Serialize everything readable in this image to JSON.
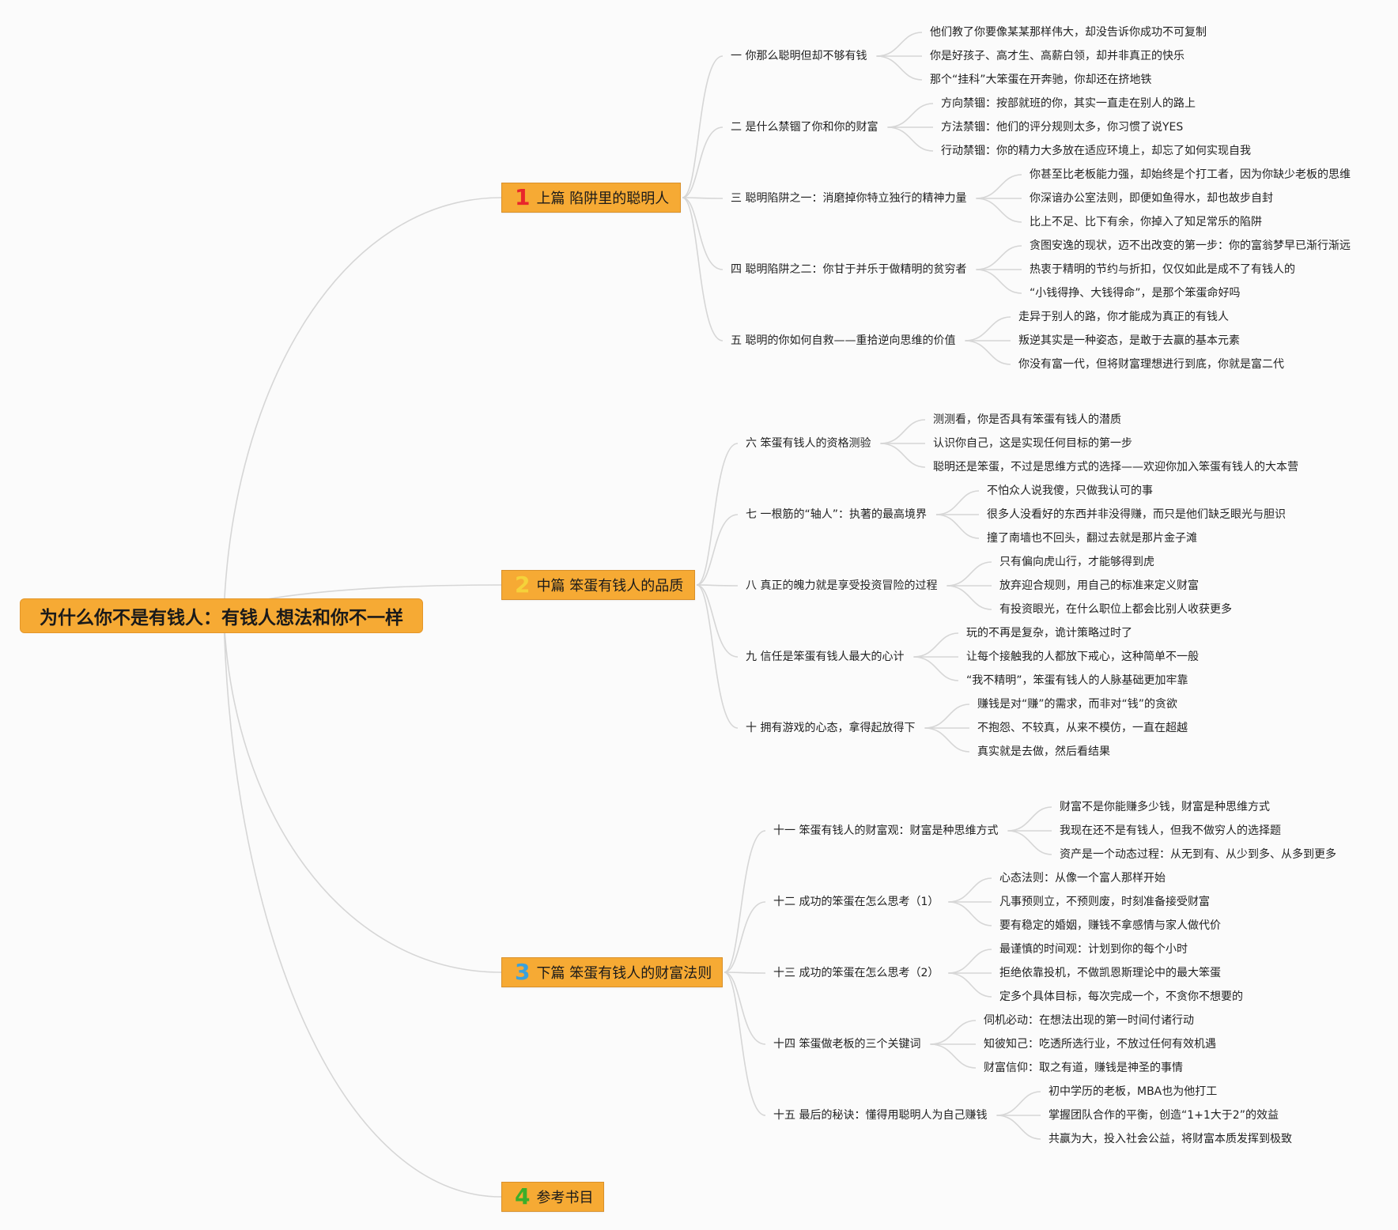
{
  "root": {
    "title": "为什么你不是有钱人：有钱人想法和你不一样"
  },
  "colors": {
    "branch_fill": "#f6aa34",
    "line": "#d6d6d6",
    "num1": "#e8262b",
    "num2": "#f5d23a",
    "num3": "#3aa1dc",
    "num4": "#3cae2a"
  },
  "branches": [
    {
      "number": "1",
      "title": "上篇 陷阱里的聪明人",
      "topics": [
        {
          "label": "一 你那么聪明但却不够有钱",
          "items": [
            "他们教了你要像某某那样伟大，却没告诉你成功不可复制",
            "你是好孩子、高才生、高薪白领，却并非真正的快乐",
            "那个“挂科”大笨蛋在开奔驰，你却还在挤地铁"
          ]
        },
        {
          "label": "二 是什么禁锢了你和你的财富",
          "items": [
            "方向禁锢：按部就班的你，其实一直走在别人的路上",
            "方法禁锢：他们的评分规则太多，你习惯了说YES",
            "行动禁锢：你的精力大多放在适应环境上，却忘了如何实现自我"
          ]
        },
        {
          "label": "三 聪明陷阱之一：消磨掉你特立独行的精神力量",
          "items": [
            "你甚至比老板能力强，却始终是个打工者，因为你缺少老板的思维",
            "你深谙办公室法则，即便如鱼得水，却也故步自封",
            "比上不足、比下有余，你掉入了知足常乐的陷阱"
          ]
        },
        {
          "label": "四 聪明陷阱之二：你甘于并乐于做精明的贫穷者",
          "items": [
            "贪图安逸的现状，迈不出改变的第一步：你的富翁梦早已渐行渐远",
            "热衷于精明的节约与折扣，仅仅如此是成不了有钱人的",
            "“小钱得挣、大钱得命”，是那个笨蛋命好吗"
          ]
        },
        {
          "label": "五 聪明的你如何自救——重拾逆向思维的价值",
          "items": [
            "走异于别人的路，你才能成为真正的有钱人",
            "叛逆其实是一种姿态，是敢于去赢的基本元素",
            "你没有富一代，但将财富理想进行到底，你就是富二代"
          ]
        }
      ]
    },
    {
      "number": "2",
      "title": "中篇 笨蛋有钱人的品质",
      "topics": [
        {
          "label": "六 笨蛋有钱人的资格测验",
          "items": [
            "测测看，你是否具有笨蛋有钱人的潜质",
            "认识你自己，这是实现任何目标的第一步",
            "聪明还是笨蛋，不过是思维方式的选择——欢迎你加入笨蛋有钱人的大本营"
          ]
        },
        {
          "label": "七 一根筋的“轴人”：执著的最高境界",
          "items": [
            "不怕众人说我傻，只做我认可的事",
            "很多人没看好的东西并非没得赚，而只是他们缺乏眼光与胆识",
            "撞了南墙也不回头，翻过去就是那片金子滩"
          ]
        },
        {
          "label": "八 真正的魄力就是享受投资冒险的过程",
          "items": [
            "只有偏向虎山行，才能够得到虎",
            "放弃迎合规则，用自己的标准来定义财富",
            "有投资眼光，在什么职位上都会比别人收获更多"
          ]
        },
        {
          "label": "九 信任是笨蛋有钱人最大的心计",
          "items": [
            "玩的不再是复杂，诡计策略过时了",
            "让每个接触我的人都放下戒心，这种简单不一般",
            "“我不精明”，笨蛋有钱人的人脉基础更加牢靠"
          ]
        },
        {
          "label": "十 拥有游戏的心态，拿得起放得下",
          "items": [
            "赚钱是对“赚”的需求，而非对“钱”的贪欲",
            "不抱怨、不较真，从来不模仿，一直在超越",
            "真实就是去做，然后看结果"
          ]
        }
      ]
    },
    {
      "number": "3",
      "title": "下篇 笨蛋有钱人的财富法则",
      "topics": [
        {
          "label": "十一 笨蛋有钱人的财富观：财富是种思维方式",
          "items": [
            "财富不是你能赚多少钱，财富是种思维方式",
            "我现在还不是有钱人，但我不做穷人的选择题",
            "资产是一个动态过程：从无到有、从少到多、从多到更多"
          ]
        },
        {
          "label": "十二 成功的笨蛋在怎么思考（1）",
          "items": [
            "心态法则：从像一个富人那样开始",
            "凡事预则立，不预则废，时刻准备接受财富",
            "要有稳定的婚姻，赚钱不拿感情与家人做代价"
          ]
        },
        {
          "label": "十三 成功的笨蛋在怎么思考（2）",
          "items": [
            "最谨慎的时间观：计划到你的每个小时",
            "拒绝依靠投机，不做凯恩斯理论中的最大笨蛋",
            "定多个具体目标，每次完成一个，不贪你不想要的"
          ]
        },
        {
          "label": "十四 笨蛋做老板的三个关键词",
          "items": [
            "伺机必动：在想法出现的第一时间付诸行动",
            "知彼知己：吃透所选行业，不放过任何有效机遇",
            "财富信仰：取之有道，赚钱是神圣的事情"
          ]
        },
        {
          "label": "十五 最后的秘诀：懂得用聪明人为自己赚钱",
          "items": [
            "初中学历的老板，MBA也为他打工",
            "掌握团队合作的平衡，创造“1+1大于2”的效益",
            "共赢为大，投入社会公益，将财富本质发挥到极致"
          ]
        }
      ]
    },
    {
      "number": "4",
      "title": "参考书目",
      "topics": []
    }
  ]
}
